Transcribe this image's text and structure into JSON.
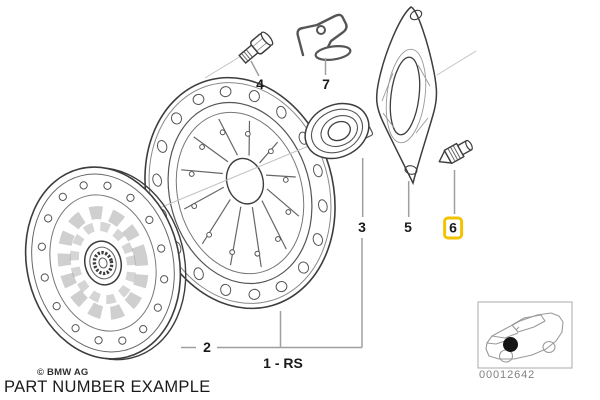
{
  "colors": {
    "highlight": "#F2C300",
    "ink": "#1a1a1a",
    "leader": "#9f9f9f",
    "muted": "#808080",
    "bg": "#ffffff"
  },
  "caption": "PART NUMBER EXAMPLE",
  "copyright": "© BMW AG",
  "diagram": {
    "callouts": [
      {
        "ref": "1 - RS",
        "highlighted": false
      },
      {
        "ref": "2",
        "highlighted": false
      },
      {
        "ref": "3",
        "highlighted": false
      },
      {
        "ref": "4",
        "highlighted": false
      },
      {
        "ref": "5",
        "highlighted": false
      },
      {
        "ref": "6",
        "highlighted": true
      },
      {
        "ref": "7",
        "highlighted": false
      }
    ]
  },
  "inset": {
    "diagram_number": "00012642"
  }
}
